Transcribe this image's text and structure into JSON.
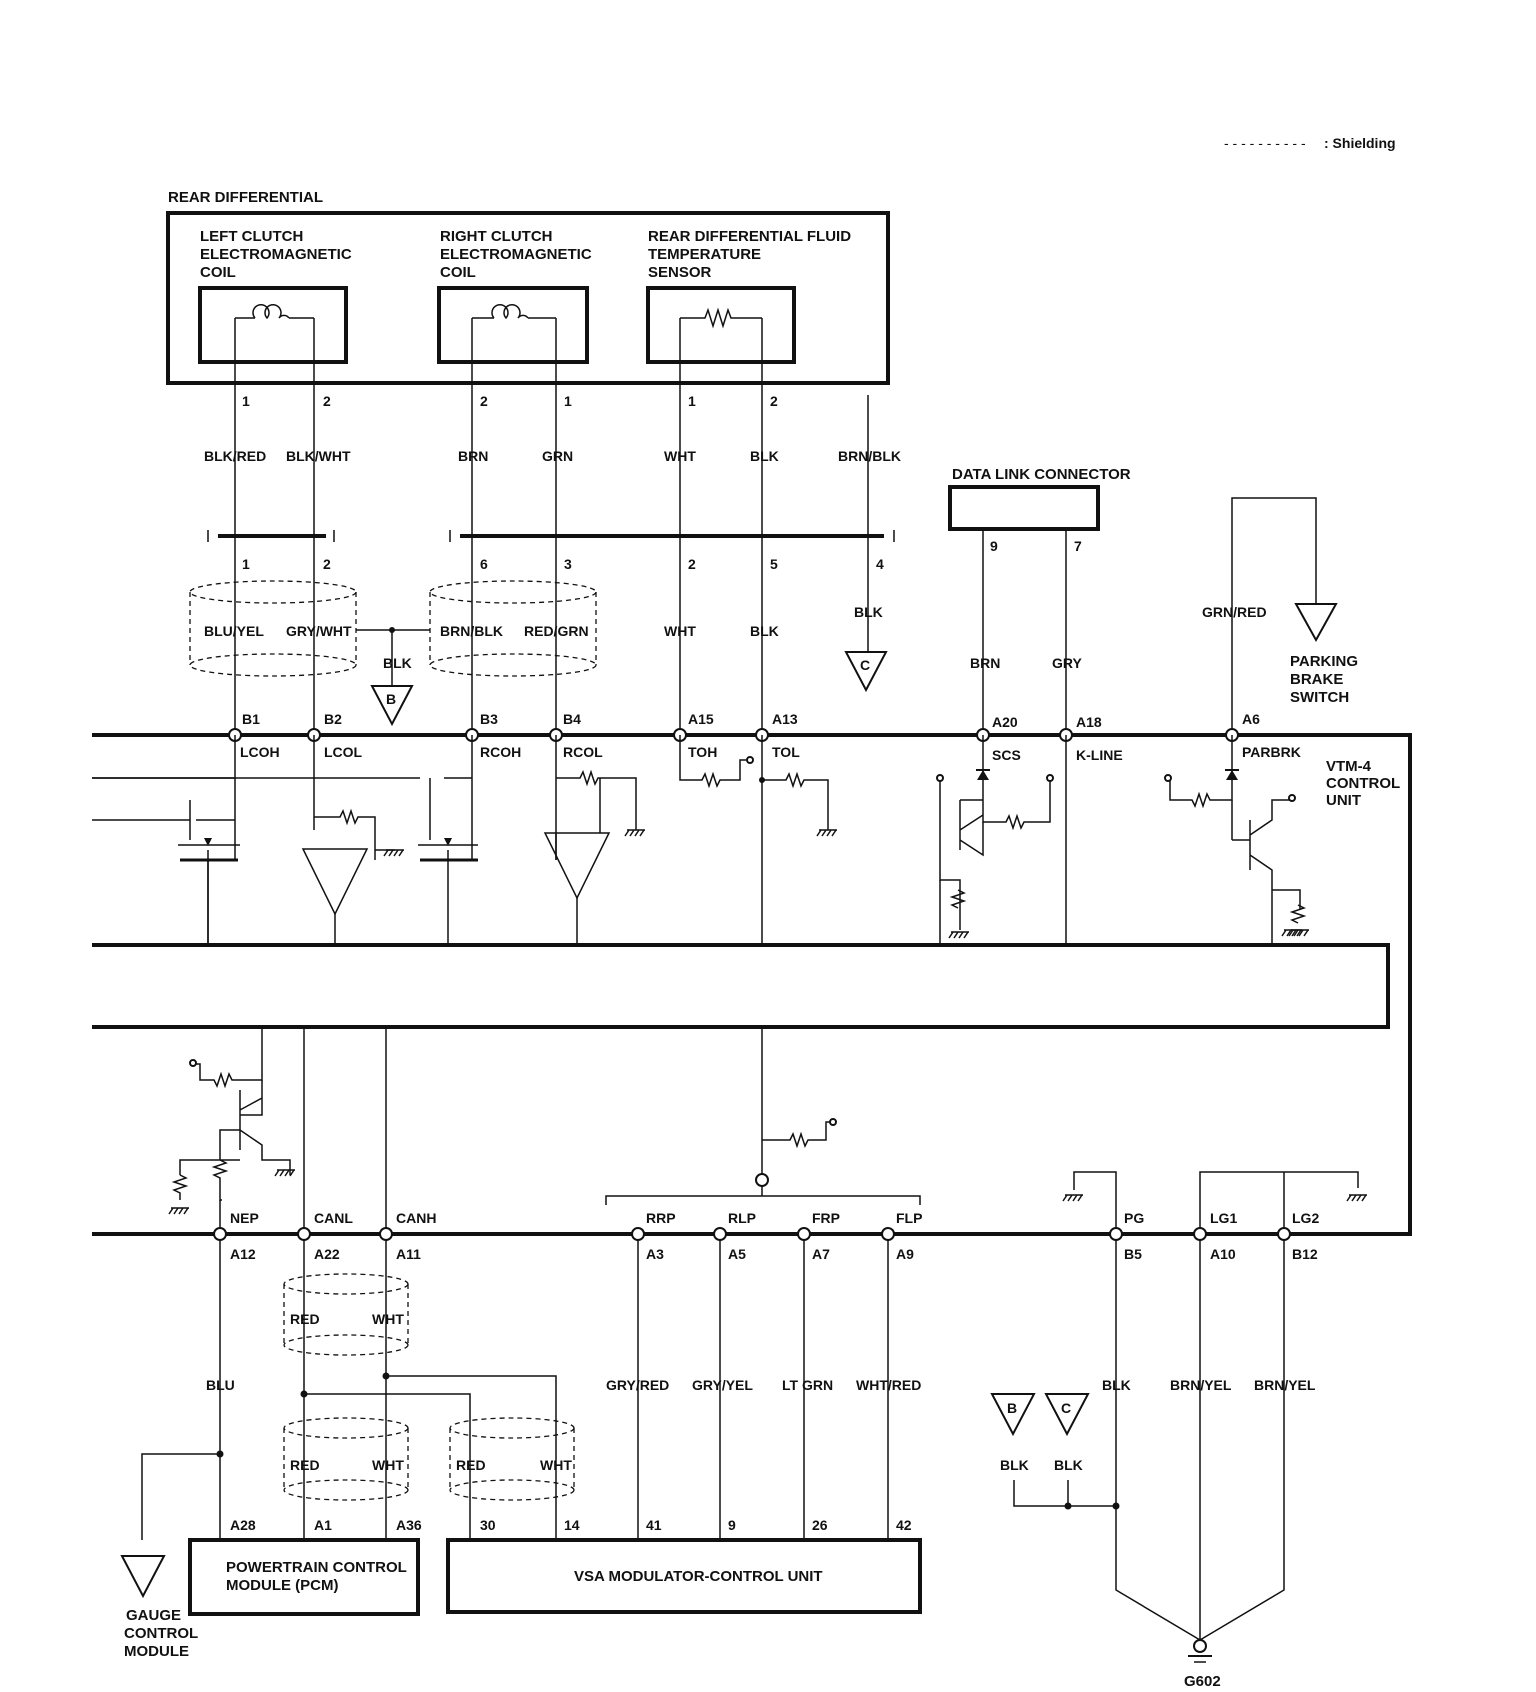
{
  "legend": {
    "dashes": "- - - - - - - - - -",
    "text": ": Shielding"
  },
  "rear_differential": {
    "title": "REAR DIFFERENTIAL",
    "left_coil": [
      "LEFT CLUTCH",
      "ELECTROMAGNETIC",
      "COIL"
    ],
    "right_coil": [
      "RIGHT CLUTCH",
      "ELECTROMAGNETIC",
      "COIL"
    ],
    "temp_sensor": [
      "REAR DIFFERENTIAL FLUID",
      "TEMPERATURE",
      "SENSOR"
    ]
  },
  "data_link_connector": {
    "title": "DATA LINK CONNECTOR",
    "pins": [
      "9",
      "7"
    ]
  },
  "parking_brake_switch": [
    "PARKING",
    "BRAKE",
    "SWITCH"
  ],
  "control_unit": [
    "VTM-4",
    "CONTROL",
    "UNIT"
  ],
  "pcm": [
    "POWERTRAIN CONTROL",
    "MODULE (PCM)"
  ],
  "vsa": "VSA MODULATOR-CONTROL UNIT",
  "gauge": [
    "GAUGE",
    "CONTROL",
    "MODULE"
  ],
  "ground_label": "G602",
  "sensor_pins": [
    "1",
    "2",
    "2",
    "1",
    "1",
    "2"
  ],
  "sensor_wire_colors": [
    "BLK/RED",
    "BLK/WHT",
    "BRN",
    "GRN",
    "WHT",
    "BLK",
    "BRN/BLK"
  ],
  "junction_pins": [
    "1",
    "2",
    "6",
    "3",
    "2",
    "5",
    "4"
  ],
  "mid_wire_colors": [
    "BLU/YEL",
    "GRY/WHT",
    "BRN/BLK",
    "RED/GRN",
    "WHT",
    "BLK",
    "BLK",
    "BRN",
    "GRY",
    "GRN/RED"
  ],
  "shield_drain": "BLK",
  "top_terminals": [
    {
      "pin": "B1",
      "signal": "LCOH"
    },
    {
      "pin": "B2",
      "signal": "LCOL"
    },
    {
      "pin": "B3",
      "signal": "RCOH"
    },
    {
      "pin": "B4",
      "signal": "RCOL"
    },
    {
      "pin": "A15",
      "signal": "TOH"
    },
    {
      "pin": "A13",
      "signal": "TOL"
    },
    {
      "pin": "A20",
      "signal": "SCS"
    },
    {
      "pin": "A18",
      "signal": "K-LINE"
    },
    {
      "pin": "A6",
      "signal": "PARBRK"
    }
  ],
  "bottom_terminals": [
    {
      "signal": "NEP",
      "pin": "A12"
    },
    {
      "signal": "CANL",
      "pin": "A22"
    },
    {
      "signal": "CANH",
      "pin": "A11"
    },
    {
      "signal": "RRP",
      "pin": "A3"
    },
    {
      "signal": "RLP",
      "pin": "A5"
    },
    {
      "signal": "FRP",
      "pin": "A7"
    },
    {
      "signal": "FLP",
      "pin": "A9"
    },
    {
      "signal": "PG",
      "pin": "B5"
    },
    {
      "signal": "LG1",
      "pin": "A10"
    },
    {
      "signal": "LG2",
      "pin": "B12"
    }
  ],
  "lower_wire_colors": [
    "BLU",
    "RED",
    "WHT",
    "GRY/RED",
    "GRY/YEL",
    "LT GRN",
    "WHT/RED",
    "BLK",
    "BRN/YEL",
    "BRN/YEL"
  ],
  "can_lower_colors": [
    "RED",
    "WHT",
    "RED",
    "WHT"
  ],
  "ground_blk": [
    "BLK",
    "BLK"
  ],
  "pcm_pins": [
    "A28",
    "A1",
    "A36"
  ],
  "vsa_pins": [
    "30",
    "14",
    "41",
    "9",
    "26",
    "42"
  ],
  "ground_refs": [
    "B",
    "C",
    "B",
    "C"
  ]
}
